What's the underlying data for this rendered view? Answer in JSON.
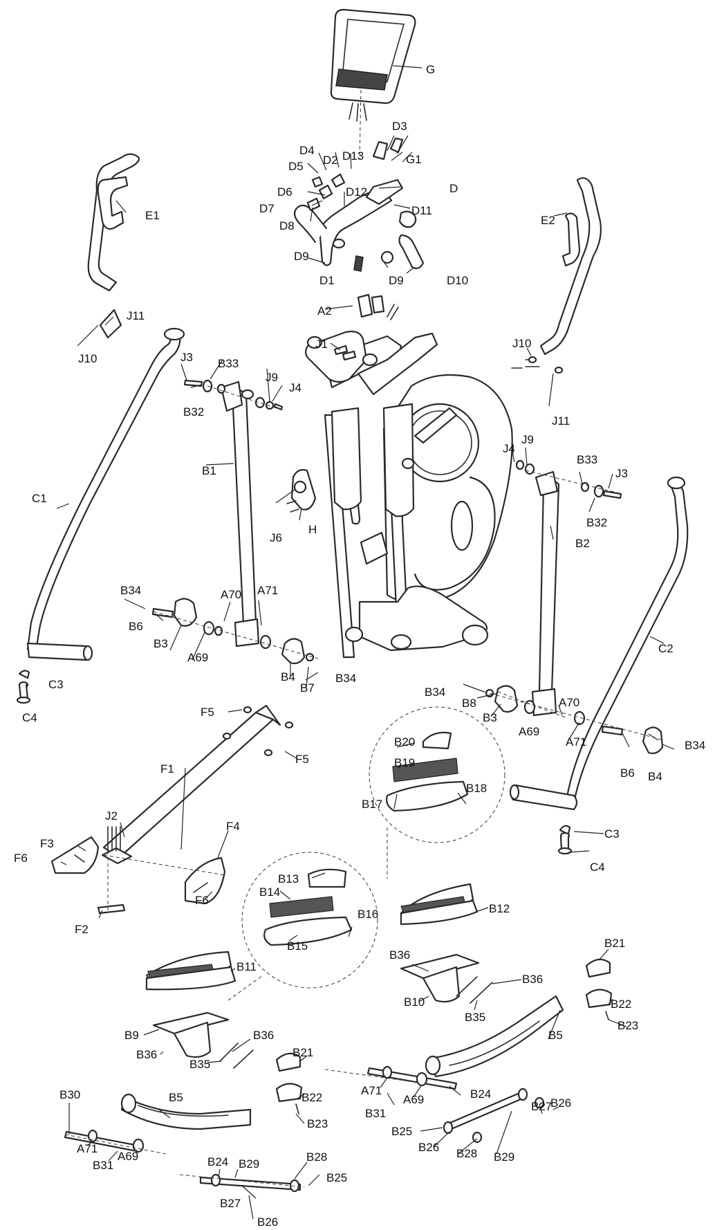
{
  "labels": {
    "G": "G",
    "D3": "D3",
    "D4": "D4",
    "D2": "D2",
    "D13": "D13",
    "G1": "G1",
    "D5": "D5",
    "D": "D",
    "D6": "D6",
    "D12": "D12",
    "D11": "D11",
    "D7": "D7",
    "D8": "D8",
    "D9a": "D9",
    "D9b": "D9",
    "D1": "D1",
    "D10": "D10",
    "E1": "E1",
    "E2": "E2",
    "J11a": "J11",
    "J10a": "J10",
    "J10b": "J10",
    "J11b": "J11",
    "A2": "A2",
    "J1": "J1",
    "J3a": "J3",
    "B33a": "B33",
    "J9a": "J9",
    "J4a": "J4",
    "B32a": "B32",
    "C1": "C1",
    "B1": "B1",
    "H": "H",
    "J6": "J6",
    "J4b": "J4",
    "J9b": "J9",
    "B33b": "B33",
    "J3b": "J3",
    "B32b": "B32",
    "B2": "B2",
    "B34a": "B34",
    "B6a": "B6",
    "A70a": "A70",
    "A71a": "A71",
    "B3a": "B3",
    "A69a": "A69",
    "B4a": "B4",
    "B7": "B7",
    "B34b": "B34",
    "C2": "C2",
    "C3a": "C3",
    "C4a": "C4",
    "B34c": "B34",
    "B8": "B8",
    "B3b": "B3",
    "A70b": "A70",
    "A69b": "A69",
    "A71b": "A71",
    "B34d": "B34",
    "B6b": "B6",
    "B4b": "B4",
    "F5a": "F5",
    "F5b": "F5",
    "F1": "F1",
    "J2": "J2",
    "F3": "F3",
    "F6a": "F6",
    "F4": "F4",
    "F6b": "F6",
    "F2": "F2",
    "B20": "B20",
    "B19": "B19",
    "B17": "B17",
    "B18": "B18",
    "C3b": "C3",
    "C4b": "C4",
    "B12": "B12",
    "B13": "B13",
    "B14": "B14",
    "B16": "B16",
    "B15": "B15",
    "B11": "B11",
    "B21a": "B21",
    "B22a": "B22",
    "B23a": "B23",
    "B36a": "B36",
    "B36b": "B36",
    "B10": "B10",
    "B35a": "B35",
    "B5a": "B5",
    "B9": "B9",
    "B36c": "B36",
    "B36d": "B36",
    "B35b": "B35",
    "B21b": "B21",
    "B22b": "B22",
    "B23b": "B23",
    "B27a": "B27",
    "B26a": "B26",
    "A71c": "A71",
    "A69c": "A69",
    "B24a": "B24",
    "B31a": "B31",
    "B25a": "B25",
    "B26b": "B26",
    "B28a": "B28",
    "B29a": "B29",
    "B30": "B30",
    "B5b": "B5",
    "A71d": "A71",
    "A69d": "A69",
    "B31b": "B31",
    "B24b": "B24",
    "B29b": "B29",
    "B28b": "B28",
    "B25b": "B25",
    "B27b": "B27",
    "B26c": "B26"
  }
}
